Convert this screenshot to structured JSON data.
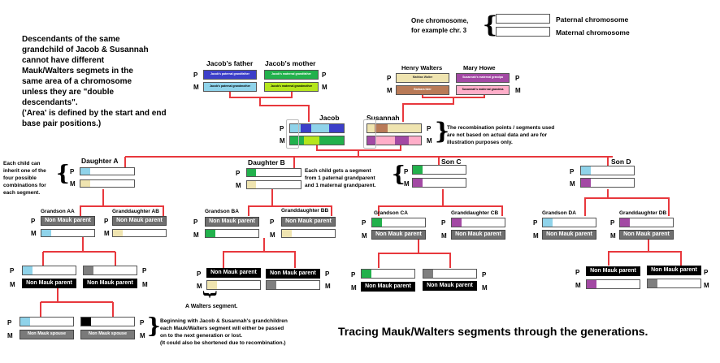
{
  "colors": {
    "line": "#e8383d",
    "jacob_pat_gf": "#3c3fc9",
    "jacob_pat_gm": "#8fd3ea",
    "jacob_mat_gf": "#22b14c",
    "jacob_mat_gm": "#b5e61d",
    "sus_pat_gf": "#efe4b0",
    "sus_pat_gm": "#b97a57",
    "sus_mat_gf": "#a349a4",
    "sus_mat_gm": "#ffaec9",
    "non_mauk_gray": "#7f7f7f",
    "non_mauk_black": "#000000"
  },
  "notes": {
    "double_descendants": [
      "Descendants of the same",
      "grandchild of Jacob & Susannah",
      "cannot have different",
      "Mauk/Walters segmets in the",
      "same area of a chromosome",
      "unless they are \"double",
      "descendants\".",
      "('Area' is defined by the start and end",
      "base pair positions.)"
    ],
    "one_chromosome": [
      "One chromosome,",
      "for example chr. 3"
    ],
    "paternal_chromosome": "Paternal chromosome",
    "maternal_chromosome": "Maternal chromosome",
    "recombination": [
      "The recombination points / segments used",
      "are not based on actual data and are for",
      "illustration purposes only."
    ],
    "each_child_inherit": [
      "Each child can",
      "inherit one of the",
      "four possible",
      "combinations for",
      "each segment."
    ],
    "each_child_gets": [
      "Each child gets a segment",
      "from 1 paternal grandparent",
      "and 1 maternal grandparent."
    ],
    "walters_segment": "A Walters segment.",
    "beginning": [
      "Beginning with Jacob & Susannah's grandchildren",
      "each Mauk/Walters segment will either be passed",
      "on to the next generation or lost.",
      "(It could also be shortened due to recombination.)"
    ],
    "title": "Tracing Mauk/Walters segments through the generations."
  },
  "labels": {
    "p": "P",
    "m": "M",
    "non_mauk_parent": "Non Mauk parent",
    "non_mauk_spouse": "Non Mauk spouse"
  },
  "grandparents": {
    "jacobs_father": {
      "name": "Jacob's father",
      "p": "Jacob's paternal grandfather",
      "m": "Jacob's paternal grandmother"
    },
    "jacobs_mother": {
      "name": "Jacob's mother",
      "p": "Jacob's maternal grandfather",
      "m": "Jacob's maternal grandmother"
    },
    "henry_walters": {
      "name": "Henry Walters",
      "p": "Mathias Walter",
      "m": "Barbara Isler"
    },
    "mary_howe": {
      "name": "Mary Howe",
      "p": "Susannah's maternal grandpa",
      "m": "Susannah's maternal grandma"
    }
  },
  "parents": {
    "jacob": "Jacob",
    "susannah": "Susannah"
  },
  "children": {
    "a": "Daughter A",
    "b": "Daughter B",
    "c": "Son C",
    "d": "Son D"
  },
  "grandchildren": {
    "aa": "Grandson AA",
    "ab": "Granddaughter AB",
    "ba": "Grandson BA",
    "bb": "Granddaughter BB",
    "ca": "Grandson CA",
    "cb": "Granddaughter CB",
    "da": "Grandson DA",
    "db": "Granddaughter DB"
  }
}
